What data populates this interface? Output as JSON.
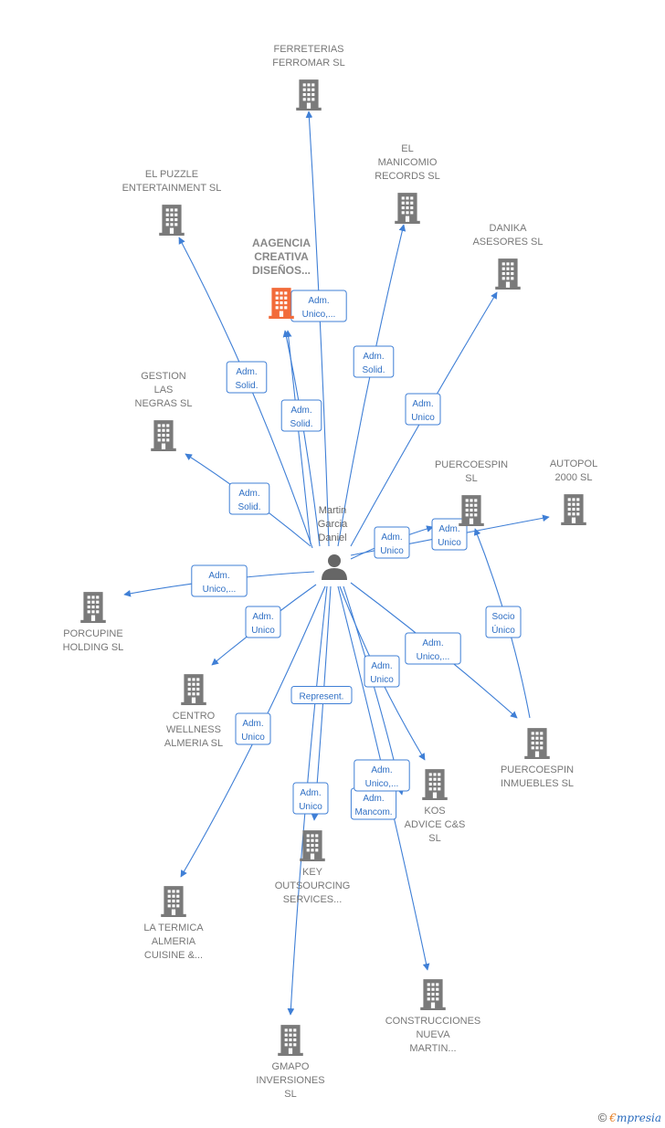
{
  "colors": {
    "edge": "#3f7fd6",
    "building": "#7a7a7a",
    "focus_building": "#f26b3a",
    "person": "#666666"
  },
  "person": {
    "name_lines": [
      "Martin",
      "Garcia",
      "Daniel"
    ],
    "icon": "person-icon"
  },
  "companies": [
    {
      "id": "ferreterias",
      "lines": [
        "FERRETERIAS",
        "FERROMAR  SL"
      ],
      "icon": "building-icon"
    },
    {
      "id": "manicomio",
      "lines": [
        "EL",
        "MANICOMIO",
        "RECORDS SL"
      ],
      "icon": "building-icon"
    },
    {
      "id": "puzzle",
      "lines": [
        "EL PUZZLE",
        "ENTERTAINMENT SL"
      ],
      "icon": "building-icon"
    },
    {
      "id": "danika",
      "lines": [
        "DANIKA",
        "ASESORES SL"
      ],
      "icon": "building-icon"
    },
    {
      "id": "aagencia",
      "lines": [
        "AAGENCIA",
        "CREATIVA",
        "DISEÑOS..."
      ],
      "icon": "building-icon",
      "focus": true
    },
    {
      "id": "gestion",
      "lines": [
        "GESTION",
        "LAS",
        "NEGRAS  SL"
      ],
      "icon": "building-icon"
    },
    {
      "id": "puercoespin",
      "lines": [
        "PUERCOESPIN",
        "SL"
      ],
      "icon": "building-icon"
    },
    {
      "id": "autopol",
      "lines": [
        "AUTOPOL",
        "2000  SL"
      ],
      "icon": "building-icon"
    },
    {
      "id": "porcupine",
      "lines": [
        "PORCUPINE",
        "HOLDING  SL"
      ],
      "icon": "building-icon"
    },
    {
      "id": "centro",
      "lines": [
        "CENTRO",
        "WELLNESS",
        "ALMERIA SL"
      ],
      "icon": "building-icon"
    },
    {
      "id": "puercoinm",
      "lines": [
        "PUERCOESPIN",
        "INMUEBLES  SL"
      ],
      "icon": "building-icon"
    },
    {
      "id": "kos",
      "lines": [
        "KOS",
        "ADVICE C&S",
        "SL"
      ],
      "icon": "building-icon"
    },
    {
      "id": "key",
      "lines": [
        "KEY",
        "OUTSOURCING",
        "SERVICES..."
      ],
      "icon": "building-icon"
    },
    {
      "id": "latermica",
      "lines": [
        "LA TERMICA",
        "ALMERIA",
        "CUISINE &..."
      ],
      "icon": "building-icon"
    },
    {
      "id": "construcciones",
      "lines": [
        "CONSTRUCCIONES",
        "NUEVA",
        "MARTIN..."
      ],
      "icon": "building-icon"
    },
    {
      "id": "gmapo",
      "lines": [
        "GMAPO",
        "INVERSIONES",
        "SL"
      ],
      "icon": "building-icon"
    }
  ],
  "edges": [
    {
      "from": "person",
      "to": "ferreterias",
      "label": [
        "Adm.",
        "Solid."
      ]
    },
    {
      "from": "person",
      "to": "manicomio",
      "label": [
        "Adm.",
        "Solid."
      ]
    },
    {
      "from": "person",
      "to": "puzzle",
      "label": [
        "Adm.",
        "Solid."
      ]
    },
    {
      "from": "person",
      "to": "danika",
      "label": [
        "Adm.",
        "Unico"
      ]
    },
    {
      "from": "person",
      "to": "aagencia",
      "label": [
        "Adm.",
        "Unico,..."
      ]
    },
    {
      "from": "person",
      "to": "gestion",
      "label": [
        "Adm.",
        "Solid."
      ]
    },
    {
      "from": "person",
      "to": "puercoespin",
      "label": [
        "Adm.",
        "Unico"
      ]
    },
    {
      "from": "person",
      "to": "autopol",
      "label": [
        "Adm.",
        "Unico"
      ]
    },
    {
      "from": "person",
      "to": "porcupine",
      "label": [
        "Adm.",
        "Unico,..."
      ]
    },
    {
      "from": "person",
      "to": "centro",
      "label": [
        "Adm.",
        "Unico"
      ]
    },
    {
      "from": "person",
      "to": "puercoinm",
      "label": [
        "Adm.",
        "Unico,..."
      ]
    },
    {
      "from": "person",
      "to": "kos",
      "label": [
        "Adm.",
        "Unico"
      ]
    },
    {
      "from": "person",
      "to": "key",
      "label": [
        "Represent."
      ]
    },
    {
      "from": "person",
      "to": "latermica",
      "label": [
        "Adm.",
        "Unico"
      ]
    },
    {
      "from": "person",
      "to": "construcciones",
      "label": [
        "Adm.",
        "Mancom."
      ]
    },
    {
      "from": "person",
      "to": "construcciones",
      "label": [
        "Adm.",
        "Unico,..."
      ]
    },
    {
      "from": "person",
      "to": "gmapo",
      "label": [
        "Adm.",
        "Unico"
      ]
    },
    {
      "from": "person",
      "to": "aagencia",
      "label": [
        "Adm.",
        "Solid."
      ]
    },
    {
      "from": "puercoinm",
      "to": "puercoespin",
      "label": [
        "Socio",
        "Único"
      ]
    }
  ],
  "brand": {
    "copyright": "©",
    "first": "€",
    "rest": "mpresia"
  }
}
